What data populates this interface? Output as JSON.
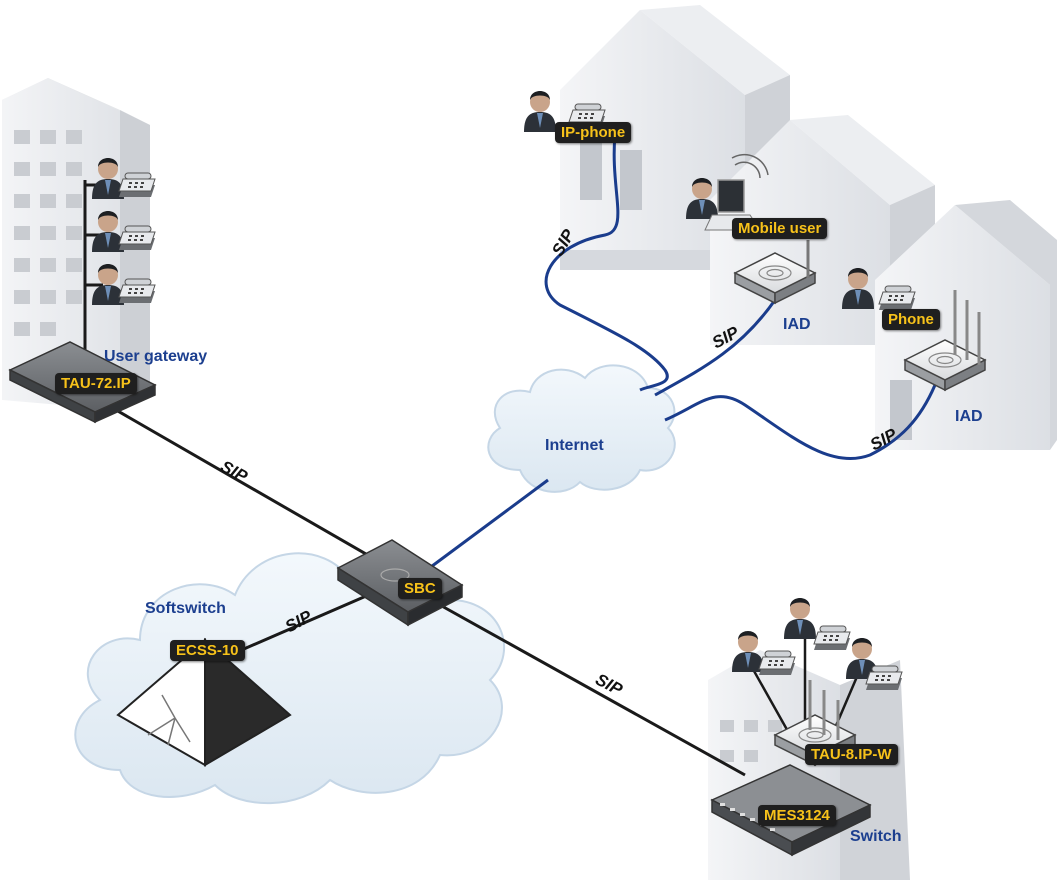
{
  "colors": {
    "black_line": "#1a1a1a",
    "blue_line": "#1a3c8c",
    "tag_background": "#1f1f1f",
    "tag_text": "#f7c21a",
    "blue_text": "#1c3f8f"
  },
  "labels": {
    "user_gateway": "User gateway",
    "softswitch": "Softswitch",
    "internet": "Internet",
    "iad_mobile": "IAD",
    "iad_phone": "IAD",
    "switch": "Switch"
  },
  "devices": {
    "tau72": "TAU-72.IP",
    "sbc": "SBC",
    "ecss": "ECSS-10",
    "ip_phone": "IP-phone",
    "mobile_user": "Mobile user",
    "phone": "Phone",
    "tau8": "TAU-8.IP-W",
    "mes": "MES3124"
  },
  "links": {
    "tau72_sbc": "SIP",
    "ecss_sbc": "SIP",
    "sbc_switch": "SIP",
    "ip_phone": "SIP",
    "mobile_iad": "SIP",
    "phone_iad": "SIP"
  },
  "icons": [
    "user-icon",
    "desk-phone-icon",
    "router-icon",
    "switch-icon",
    "pyramid-icon",
    "cloud-icon",
    "building-icon",
    "house-icon",
    "laptop-icon"
  ]
}
